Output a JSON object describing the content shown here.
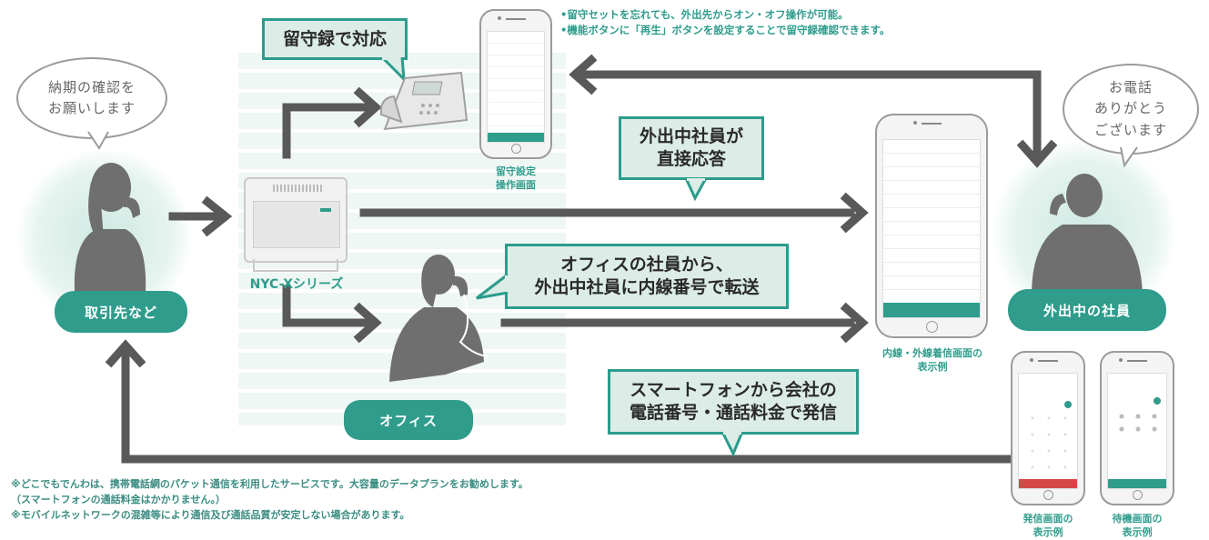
{
  "caller": {
    "speech": "納期の確認を\nお願いします",
    "label": "取引先など"
  },
  "office": {
    "pbx_label": "NYC-Xシリーズ",
    "label": "オフィス"
  },
  "mobile_worker": {
    "speech": "お電話\nありがとう\nございます",
    "label": "外出中の社員"
  },
  "callouts": {
    "voicemail": "留守録で対応",
    "direct_answer": "外出中社員が\n直接応答",
    "transfer": "オフィスの社員から、\n外出中社員に内線番号で転送",
    "outgoing": "スマートフォンから会社の\n電話番号・通話料金で発信"
  },
  "screens": {
    "voicemail_setting": "留守設定\n操作画面",
    "incoming": "内線・外線着信画面の\n表示例",
    "outgoing": "発信画面の\n表示例",
    "standby": "待機画面の\n表示例"
  },
  "top_notes": "•留守セットを忘れても、外出先からオン・オフ操作が可能。\n•機能ボタンに「再生」ボタンを設定することで留守録確認できます。",
  "footnotes": "※どこでもでんわは、携帯電話網のパケット通信を利用したサービスです。大容量のデータプランをお勧めします。\n（スマートフォンの通話料金はかかりません。）\n※モバイルネットワークの混雑等により通信及び通話品質が安定しない場合があります。",
  "colors": {
    "accent": "#2f9c8c",
    "callout_fill": "#dcece7",
    "arrow": "#595959",
    "glow": "#cfe9e2"
  },
  "icons": [
    "caller-silhouette",
    "pbx-unit",
    "desk-phone",
    "office-worker-silhouette",
    "mobile-worker-silhouette",
    "smartphone"
  ]
}
